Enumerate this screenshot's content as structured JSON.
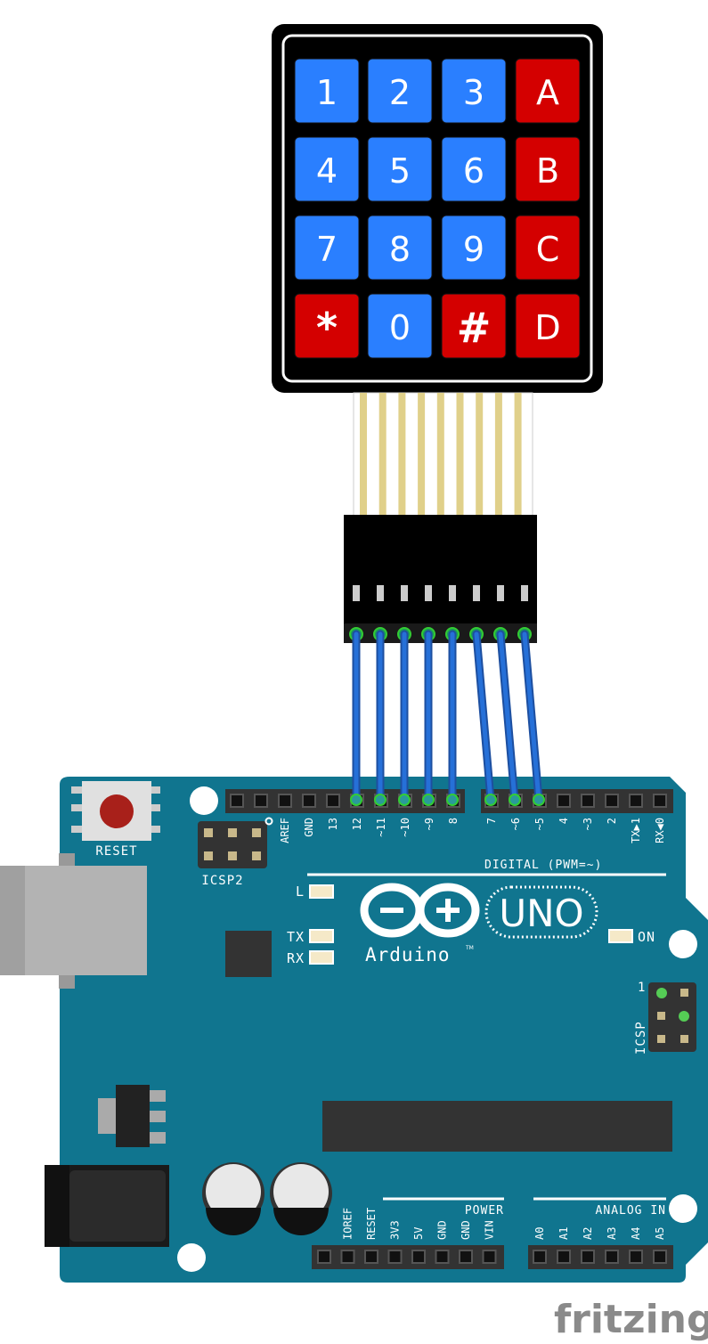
{
  "keypad": {
    "keys": [
      {
        "label": "1",
        "kind": "digit"
      },
      {
        "label": "2",
        "kind": "digit"
      },
      {
        "label": "3",
        "kind": "digit"
      },
      {
        "label": "A",
        "kind": "letter"
      },
      {
        "label": "4",
        "kind": "digit"
      },
      {
        "label": "5",
        "kind": "digit"
      },
      {
        "label": "6",
        "kind": "digit"
      },
      {
        "label": "B",
        "kind": "letter"
      },
      {
        "label": "7",
        "kind": "digit"
      },
      {
        "label": "8",
        "kind": "digit"
      },
      {
        "label": "9",
        "kind": "digit"
      },
      {
        "label": "C",
        "kind": "letter"
      },
      {
        "label": "*",
        "kind": "symbol"
      },
      {
        "label": "0",
        "kind": "digit"
      },
      {
        "label": "#",
        "kind": "symbol"
      },
      {
        "label": "D",
        "kind": "letter"
      }
    ],
    "colors": {
      "digit": "#2a7fff",
      "letter": "#d40000",
      "symbol": "#d40000"
    }
  },
  "board": {
    "reset_label": "RESET",
    "icsp2_label": "ICSP2",
    "icsp_label": "ICSP",
    "icsp_pin1": "1",
    "led_l": "L",
    "led_tx": "TX",
    "led_rx": "RX",
    "led_on": "ON",
    "brand": "Arduino",
    "tm": "TM",
    "model": "UNO",
    "digital_label": "DIGITAL (PWM=~)",
    "power_label": "POWER",
    "analog_label": "ANALOG IN",
    "digital_pins_a": [
      "",
      "",
      "AREF",
      "GND",
      "13",
      "12",
      "~11",
      "~10",
      "~9",
      "8"
    ],
    "digital_pins_b": [
      "7",
      "~6",
      "~5",
      "4",
      "~3",
      "2",
      "TX▶1",
      "RX◀0"
    ],
    "power_pins": [
      "",
      "IOREF",
      "RESET",
      "3V3",
      "5V",
      "GND",
      "GND",
      "VIN"
    ],
    "analog_pins": [
      "A0",
      "A1",
      "A2",
      "A3",
      "A4",
      "A5"
    ],
    "color": "#10758f"
  },
  "wiring": {
    "connections": [
      "12",
      "11",
      "10",
      "9",
      "8",
      "7",
      "6",
      "5"
    ],
    "wire_color": "#2670d8"
  },
  "watermark": "fritzing"
}
